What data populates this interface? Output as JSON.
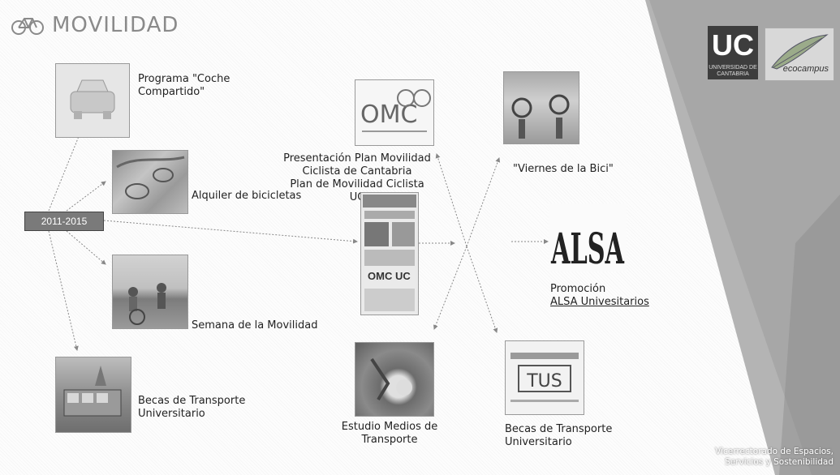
{
  "title": "MOVILIDAD",
  "hub_label": "2011-2015",
  "logos": {
    "uc": "UC",
    "uc_sub": "UNIVERSIDAD DE CANTABRIA",
    "eco": "ecocampus"
  },
  "footer": {
    "line1": "Vicerrectorado de Espacios,",
    "line2": "Servicios y Sostenibilidad"
  },
  "left_items": [
    {
      "label_1": "Programa \"Coche",
      "label_2": "Compartido\"",
      "thumb_icon": "car-icon"
    },
    {
      "label_1": "Alquiler de bicicletas",
      "thumb_icon": "bike-rental-photo"
    },
    {
      "label_1": "Semana de la Movilidad",
      "thumb_icon": "mobility-week-photo"
    },
    {
      "label_1": "Becas de Transporte",
      "label_2": "Universitario",
      "thumb_icon": "bus-photo"
    }
  ],
  "center_items": [
    {
      "label_1": "Presentación Plan Movilidad",
      "label_2": "Ciclista de Cantabria",
      "label_3": "Plan de Movilidad Ciclista",
      "label_4": "UC",
      "thumb_icon": "omc-logo"
    },
    {
      "thumb_icon": "plan-document",
      "doc_text": "OMC UC"
    },
    {
      "label_1": "Estudio Medios de",
      "label_2": "Transporte",
      "thumb_icon": "transport-study-photo"
    }
  ],
  "right_items": [
    {
      "label_1": "\"Viernes de la Bici\"",
      "thumb_icon": "bikes-photo"
    },
    {
      "label_1": "Promoción",
      "label_2": "ALSA Univesitarios",
      "logo_text": "ALSA",
      "thumb_icon": "alsa-logo"
    },
    {
      "label_1": "Becas de Transporte",
      "label_2": "Universitario",
      "logo_text": "TUS",
      "thumb_icon": "tus-logo"
    }
  ],
  "colors": {
    "grey_band": "#a9a9a9",
    "hub": "#7a7a7a",
    "text": "#222222",
    "title": "#8a8a8a"
  }
}
